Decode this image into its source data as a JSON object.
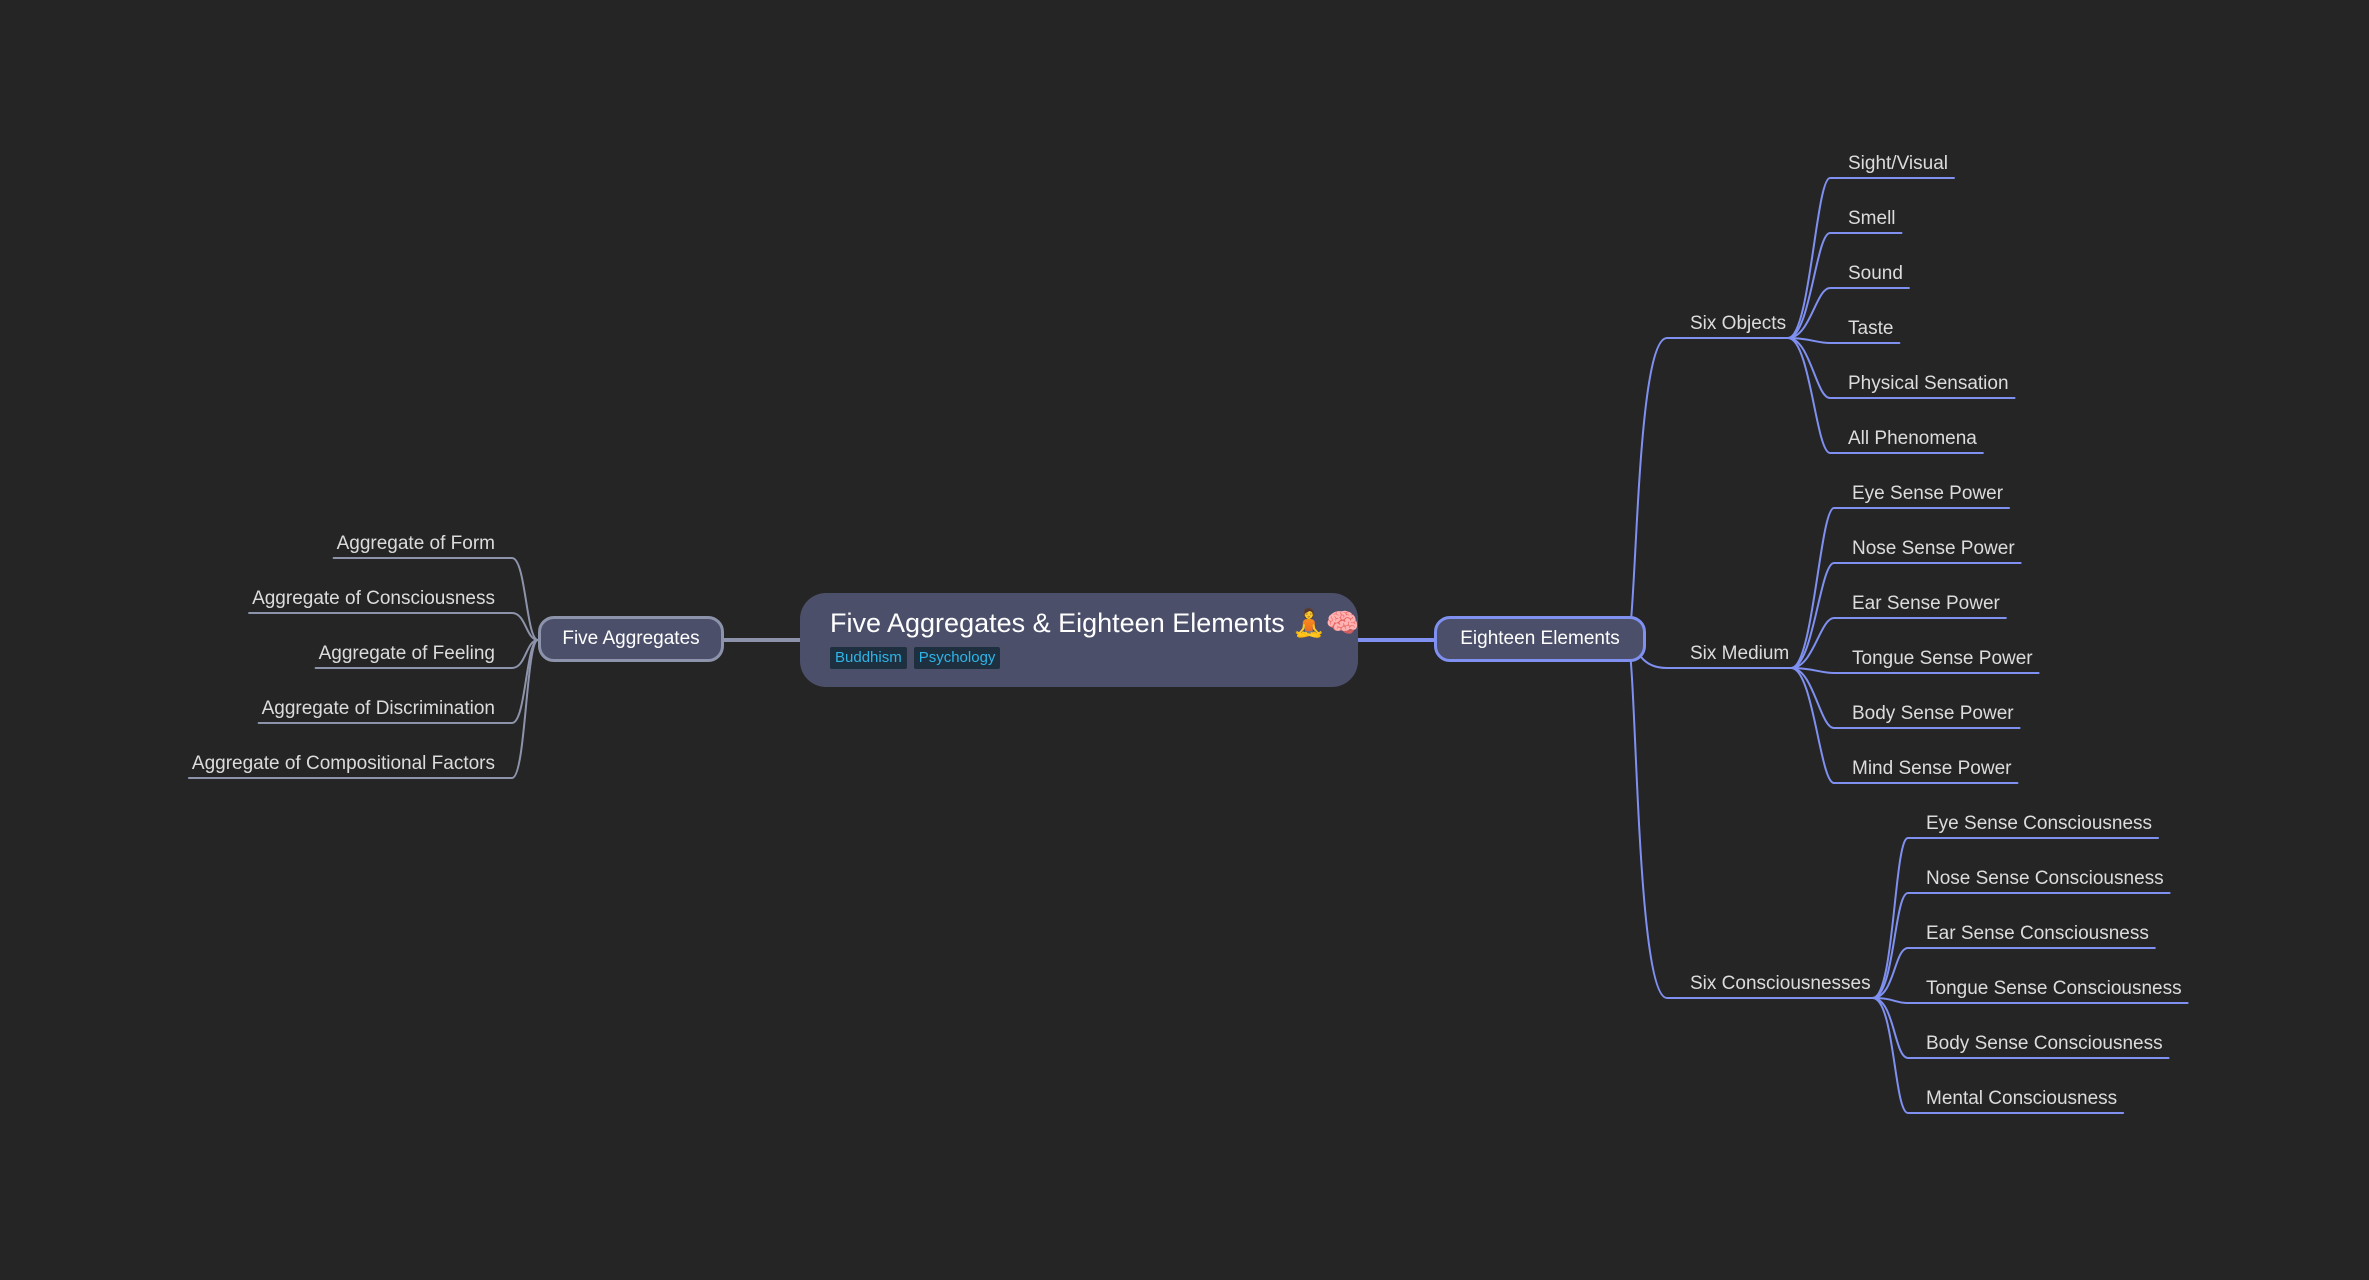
{
  "root": {
    "title": "Five Aggregates & Eighteen Elements",
    "emoji": "🧘🧠",
    "tags": [
      "Buddhism",
      "Psychology"
    ]
  },
  "left_branch": {
    "label": "Five Aggregates",
    "color": "#8d93aa",
    "children": [
      "Aggregate of Form",
      "Aggregate of Consciousness",
      "Aggregate of Feeling",
      "Aggregate of Discrimination",
      "Aggregate of Compositional Factors"
    ]
  },
  "right_branch": {
    "label": "Eighteen Elements",
    "color": "#7f90f0",
    "groups": [
      {
        "label": "Six Objects",
        "children": [
          "Sight/Visual",
          "Smell",
          "Sound",
          "Taste",
          "Physical Sensation",
          "All Phenomena"
        ]
      },
      {
        "label": "Six Medium",
        "children": [
          "Eye Sense Power",
          "Nose Sense Power",
          "Ear Sense Power",
          "Tongue Sense Power",
          "Body Sense Power",
          "Mind Sense Power"
        ]
      },
      {
        "label": "Six Consciousnesses",
        "children": [
          "Eye Sense Consciousness",
          "Nose Sense Consciousness",
          "Ear Sense Consciousness",
          "Tongue Sense Consciousness",
          "Body Sense Consciousness",
          "Mental Consciousness"
        ]
      }
    ]
  }
}
